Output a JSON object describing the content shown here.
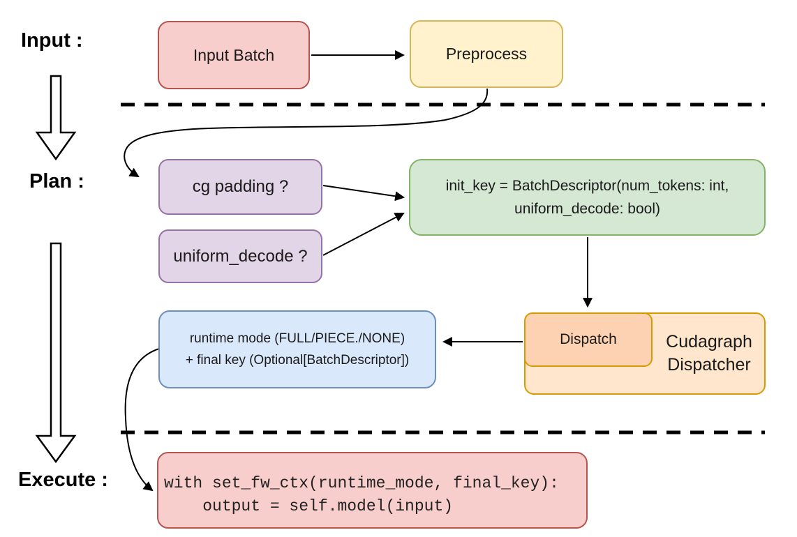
{
  "labels": {
    "input": "Input :",
    "plan": "Plan :",
    "execute": "Execute :"
  },
  "nodes": {
    "input_batch": {
      "label": "Input Batch"
    },
    "preprocess": {
      "label": "Preprocess"
    },
    "cg_padding": {
      "label": "cg padding ?"
    },
    "uniform_decode": {
      "label": "uniform_decode ?"
    },
    "init_key": {
      "line1": "init_key = BatchDescriptor(num_tokens: int,",
      "line2": "uniform_decode: bool)"
    },
    "dispatch": {
      "label": "Dispatch"
    },
    "cudagraph_dispatcher": {
      "line1": "Cudagraph",
      "line2": "Dispatcher"
    },
    "runtime_mode": {
      "line1": "runtime mode (FULL/PIECE./NONE)",
      "line2": "+ final key (Optional[BatchDescriptor])"
    },
    "execute_code": {
      "line1": "with set_fw_ctx(runtime_mode, final_key):",
      "line2": "    output = self.model(input)"
    }
  },
  "colors": {
    "stroke": "#000000",
    "red-fill": "#f8cecc",
    "red-stroke": "#b85450",
    "yellow-fill": "#fff2cc",
    "yellow-stroke": "#d6b656",
    "purple-fill": "#e1d5e7",
    "purple-stroke": "#9673a6",
    "green-fill": "#d5e8d4",
    "green-stroke": "#82b366",
    "blue-fill": "#dae8fc",
    "blue-stroke": "#6c8ebf",
    "orange-fill": "#ffe6cc",
    "orange-stroke": "#d79b00",
    "peach-fill": "#fcd2b2"
  }
}
